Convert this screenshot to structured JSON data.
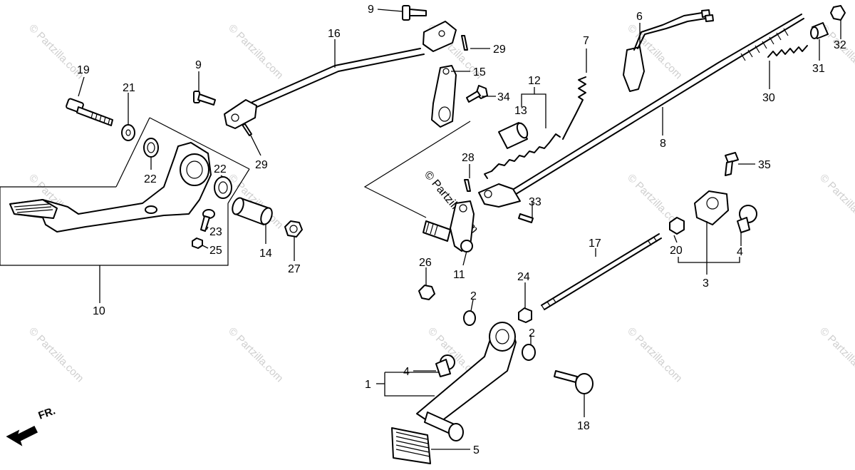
{
  "watermark": "© Partzilla.com",
  "front_marker": "FR.",
  "callouts": {
    "c1": "1",
    "c2a": "2",
    "c2b": "2",
    "c3": "3",
    "c4a": "4",
    "c4b": "4",
    "c5": "5",
    "c6": "6",
    "c7": "7",
    "c8": "8",
    "c9a": "9",
    "c9b": "9",
    "c10": "10",
    "c11": "11",
    "c12": "12",
    "c13": "13",
    "c14": "14",
    "c15": "15",
    "c16": "16",
    "c17": "17",
    "c18": "18",
    "c19": "19",
    "c20": "20",
    "c21": "21",
    "c22a": "22",
    "c22b": "22",
    "c23": "23",
    "c24": "24",
    "c25": "25",
    "c26": "26",
    "c27": "27",
    "c28": "28",
    "c29a": "29",
    "c29b": "29",
    "c30": "30",
    "c31": "31",
    "c32": "32",
    "c33": "33",
    "c34": "34",
    "c35": "35"
  }
}
